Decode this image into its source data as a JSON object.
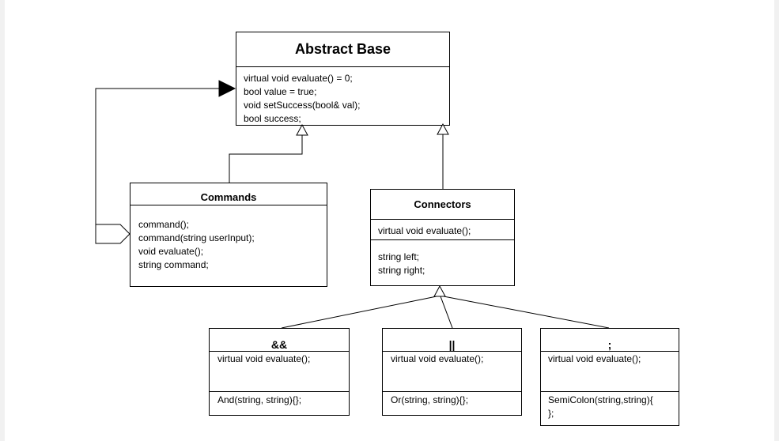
{
  "abstract_base": {
    "title": "Abstract Base",
    "members": [
      "virtual void evaluate() = 0;",
      "bool value = true;",
      "void setSuccess(bool& val);",
      "bool success;"
    ]
  },
  "commands": {
    "title": "Commands",
    "members": [
      "command();",
      "command(string userInput);",
      "void evaluate();",
      "string command;"
    ]
  },
  "connectors": {
    "title": "Connectors",
    "methods": [
      "virtual void evaluate();"
    ],
    "fields": [
      "string left;",
      "string right;"
    ]
  },
  "and_class": {
    "title": "&&",
    "methods": [
      "virtual void evaluate();"
    ],
    "constructor": [
      "And(string, string){};"
    ]
  },
  "or_class": {
    "title": "||",
    "methods": [
      "virtual void evaluate();"
    ],
    "constructor": [
      "Or(string, string){};"
    ]
  },
  "semicolon_class": {
    "title": ";",
    "methods": [
      "virtual void evaluate();"
    ],
    "constructor": [
      "SemiColon(string,string){",
      "};"
    ]
  }
}
